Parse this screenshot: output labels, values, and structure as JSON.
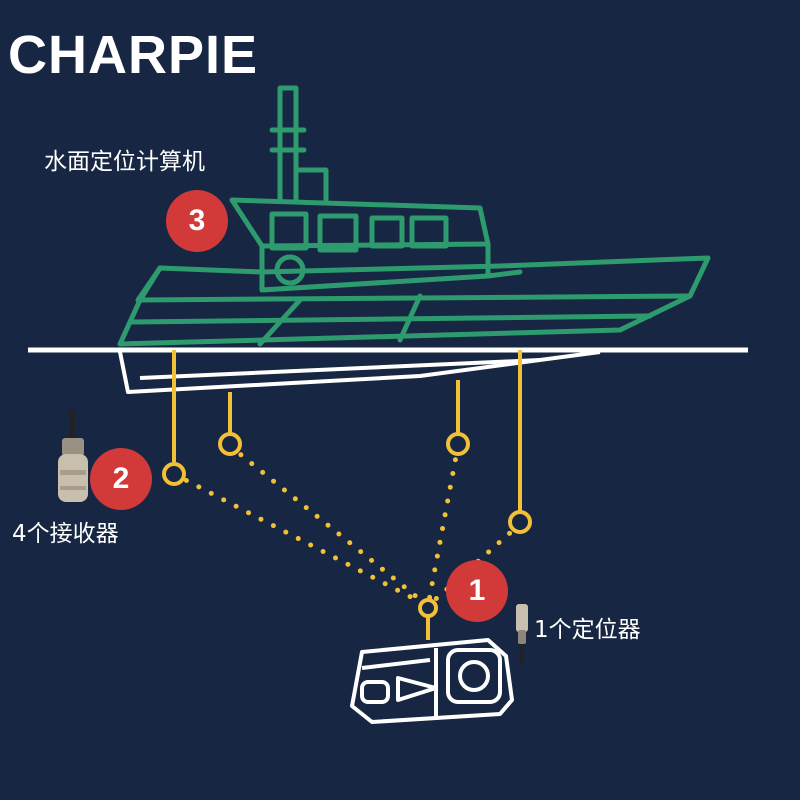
{
  "brand": {
    "name": "CHARPIE"
  },
  "labels": {
    "computer": "水面定位计算机",
    "receivers": "4个接收器",
    "locator": "1个定位器"
  },
  "badges": {
    "one": "1",
    "two": "2",
    "three": "3"
  },
  "colors": {
    "background": "#172642",
    "boat_outline": "#2e9b6e",
    "rope": "#f2c037",
    "badge": "#d23a3a",
    "waterline": "#ffffff"
  },
  "icons": [
    "boat-icon",
    "underwater-robot-icon",
    "receiver-device-icon",
    "locator-device-icon"
  ]
}
